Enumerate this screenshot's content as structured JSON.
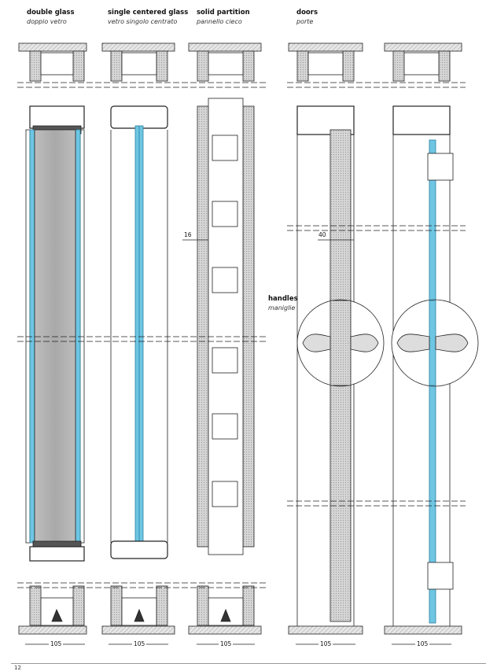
{
  "sections": [
    {
      "title": "double glass",
      "subtitle": "doppio vetro"
    },
    {
      "title": "single centered glass",
      "subtitle": "vetro singolo centrato"
    },
    {
      "title": "solid partition",
      "subtitle": "pannello cieco"
    },
    {
      "title": "doors",
      "subtitle": "porte"
    }
  ],
  "handles": {
    "title": "handles",
    "subtitle": "maniglie"
  },
  "dimensions": {
    "d16": "16",
    "d40": "40",
    "d105": "105"
  },
  "page_number": "12",
  "colors": {
    "glass_blue": "#6ec6e3",
    "glass_gray": "#b9b9b9",
    "wall_hatch": "#cfcfcf",
    "line": "#222222"
  }
}
